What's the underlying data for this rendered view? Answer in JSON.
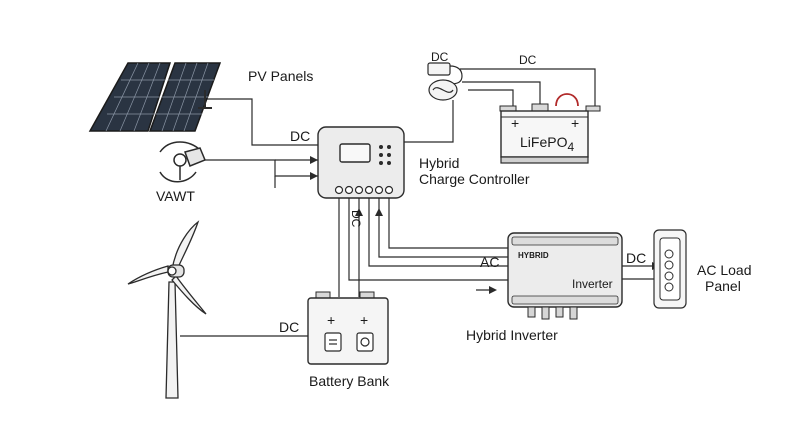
{
  "labels": {
    "pv_panels": "PV Panels",
    "vawt": "VAWT",
    "hybrid_charge_controller_line1": "Hybrid",
    "hybrid_charge_controller_line2": "Charge Controller",
    "lifepo4": "LiFePO",
    "lifepo4_sub": "4",
    "battery_bank": "Battery Bank",
    "hybrid_inverter": "Hybrid Inverter",
    "ac_load_line1": "AC Load",
    "ac_load_line2": "Panel",
    "inverter_hybrid_tag": "HYBRID",
    "inverter_tag": "Inverter"
  },
  "wire_labels": {
    "dc_pv": "DC",
    "dc_top_left": "DC",
    "dc_top_right": "DC",
    "dc_vertical": "DC",
    "ac_inverter": "AC",
    "dc_ac_panel": "DC",
    "dc_turbine": "DC"
  },
  "terminal_symbols": {
    "plus": "+",
    "minus": "−"
  }
}
